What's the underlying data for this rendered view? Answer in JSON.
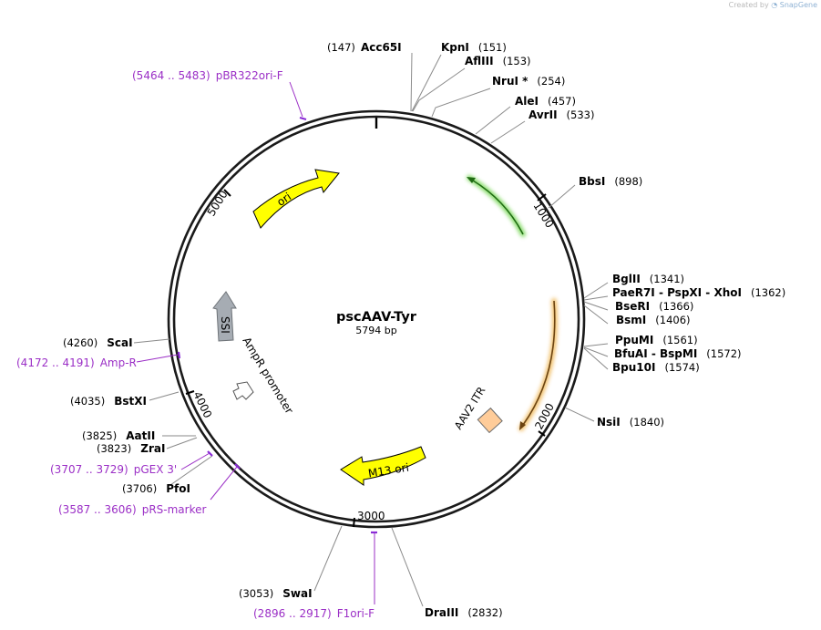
{
  "credit": {
    "prefix": "Created by",
    "app": "SnapGene"
  },
  "plasmid": {
    "name": "pscAAV-Tyr",
    "length_label": "5794 bp",
    "length": 5794
  },
  "tick_labels": [
    "1000",
    "2000",
    "3000",
    "4000",
    "5000"
  ],
  "restriction_sites": [
    {
      "name": "Acc65I",
      "pos": "(147)"
    },
    {
      "name": "KpnI",
      "pos": "(151)"
    },
    {
      "name": "AflIII",
      "pos": "(153)"
    },
    {
      "name": "NruI *",
      "pos": "(254)"
    },
    {
      "name": "AleI",
      "pos": "(457)"
    },
    {
      "name": "AvrII",
      "pos": "(533)"
    },
    {
      "name": "BbsI",
      "pos": "(898)"
    },
    {
      "name": "BglII",
      "pos": "(1341)"
    },
    {
      "name": "PaeR7I - PspXI - XhoI",
      "pos": "(1362)"
    },
    {
      "name": "BseRI",
      "pos": "(1366)"
    },
    {
      "name": "BsmI",
      "pos": "(1406)"
    },
    {
      "name": "PpuMI",
      "pos": "(1561)"
    },
    {
      "name": "BfuAI - BspMI",
      "pos": "(1572)"
    },
    {
      "name": "Bpu10I",
      "pos": "(1574)"
    },
    {
      "name": "NsiI",
      "pos": "(1840)"
    },
    {
      "name": "DraIII",
      "pos": "(2832)"
    },
    {
      "name": "SwaI",
      "pos": "(3053)"
    },
    {
      "name": "PfoI",
      "pos": "(3706)"
    },
    {
      "name": "ZraI",
      "pos": "(3823)"
    },
    {
      "name": "AatII",
      "pos": "(3825)"
    },
    {
      "name": "BstXI",
      "pos": "(4035)"
    },
    {
      "name": "ScaI",
      "pos": "(4260)"
    }
  ],
  "primers": [
    {
      "name": "pBR322ori-F",
      "range": "(5464 .. 5483)"
    },
    {
      "name": "Amp-R",
      "range": "(4172 .. 4191)"
    },
    {
      "name": "pGEX 3'",
      "range": "(3707 .. 3729)"
    },
    {
      "name": "pRS-marker",
      "range": "(3587 .. 3606)"
    },
    {
      "name": "F1ori-F",
      "range": "(2896 .. 2917)"
    }
  ],
  "features": [
    {
      "name": "ori",
      "color": "#ffff00"
    },
    {
      "name": "M13 ori",
      "color": "#ffff00"
    },
    {
      "name": "AAV2 ITR",
      "color": "#ffcc99"
    },
    {
      "name": "SSI",
      "color": "#a6acb3"
    },
    {
      "name": "AmpR promoter",
      "color": "#ffffff"
    },
    {
      "name": "green-feature",
      "color": "#7bd85b"
    },
    {
      "name": "orange-feature",
      "color": "#f2c069"
    }
  ],
  "colors": {
    "primer": "#9b2fc6",
    "backbone": "#1a1a1a"
  }
}
